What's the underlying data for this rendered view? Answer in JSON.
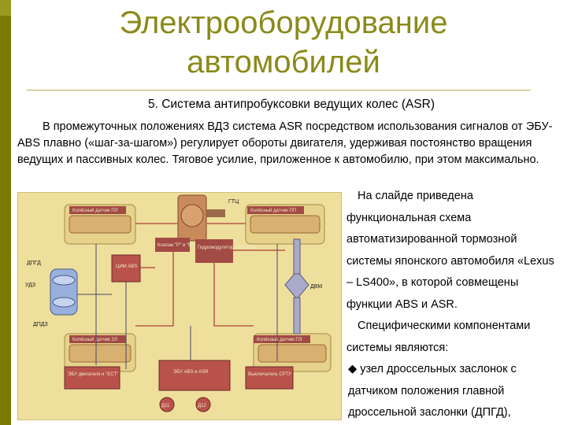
{
  "slide": {
    "title_line1": "Электрооборудование",
    "title_line2": "автомобилей",
    "subtitle": "5. Система антипробуксовки ведущих колес (ASR)",
    "intro_text": "В промежуточных положениях ВДЗ система ASR посредством использования сигналов от ЭБУ-ABS плавно («шаг-за-шагом») регулирует обороты двигателя, удерживая постоянство вращения ведущих и пассивных колес. Тяговое усилие, приложенное к автомобилю, при этом максимально.",
    "right_para1": "На слайде приведена функциональная схема автоматизированной тормозной системы японского автомобиля «Lexus – LS400», в которой совмещены функции ABS и ASR.",
    "right_para2": "Специфическими компонентами системы являются:",
    "bullet_symbol": "◆",
    "bullet1": "узел дроссельных заслонок с датчиком положения главной дроссельной заслонки (ДПГД),",
    "colors": {
      "accent": "#8a8a1a",
      "sidebar": "#7a7a00",
      "diagram_bg": "#eedf9c",
      "diagram_block": "#b8524a"
    }
  },
  "diagram": {
    "labels": {
      "sensor_fl": "Колёсный датчик ПЛ",
      "sensor_fr": "Колёсный датчик ПП",
      "sensor_rl": "Колёсный датчик ЗЛ",
      "sensor_rr": "Колёсный датчик ПЗ",
      "gtts": "ГТЦ",
      "valves": "Клапан \"Р\" и \"В\"",
      "modulator": "Гидромодулятор ABS/ASR",
      "cim_abs": "ЦИМ ABS",
      "dpgd": "ДПГД",
      "udz": "УДЗ",
      "dpdz": "ДПДЗ",
      "dvm": "ДВМ",
      "ecu_engine": "ЭБУ двигателя и \"ECT\"",
      "ecu_abs": "ЭБУ ABS и ASR",
      "switch": "Выключатель СРТУ",
      "d11": "Д11",
      "d12": "Д12"
    }
  }
}
